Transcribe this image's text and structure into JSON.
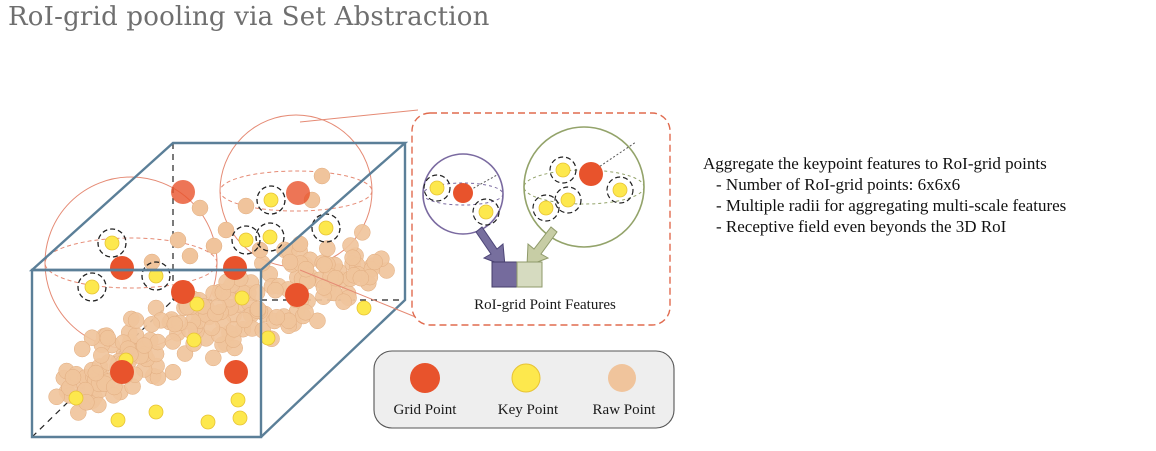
{
  "title": "RoI-grid pooling via Set Abstraction",
  "zoom_caption": "RoI-grid Point Features",
  "legend": {
    "items": [
      {
        "label": "Grid Point",
        "color": "#e8532c",
        "icon": "red-circle"
      },
      {
        "label": "Key Point",
        "color": "#fde84d",
        "icon": "yellow-circle"
      },
      {
        "label": "Raw Point",
        "color": "#f0c49c",
        "icon": "tan-circle"
      }
    ]
  },
  "description": {
    "heading": "Aggregate the keypoint features to RoI-grid points",
    "bullets": [
      "- Number of RoI-grid points: 6x6x6",
      "- Multiple radii for aggregating multi-scale features",
      "- Receptive field even beyonds the 3D RoI"
    ]
  },
  "colors": {
    "box": "#5b7f98",
    "grid_point": "#e8532c",
    "key_point": "#fde84d",
    "raw_point": "#f0c49c",
    "zoom_border": "#e06b4f",
    "small_ball": "#7a6aa0",
    "large_ball": "#93a36a"
  }
}
